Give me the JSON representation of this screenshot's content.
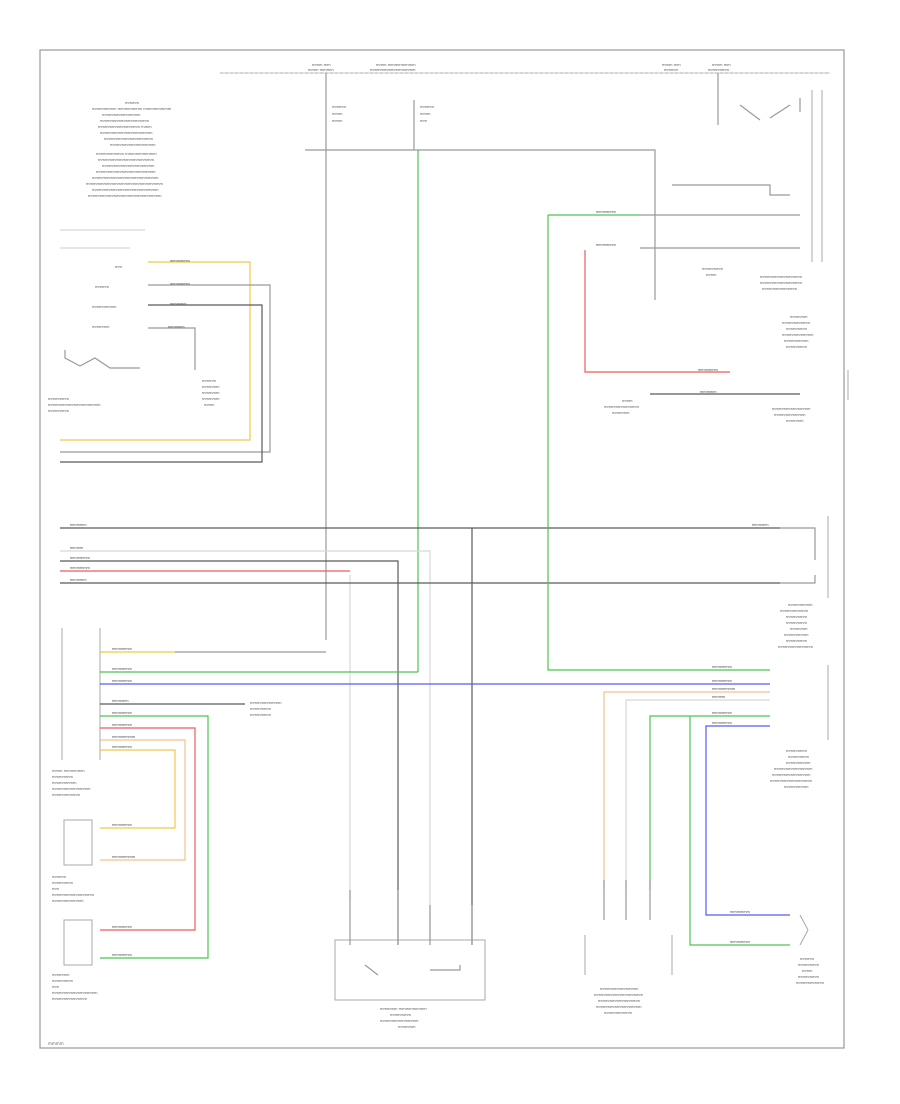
{
  "diagram": {
    "page_label": "mmmm",
    "components": {
      "top_left_note": [
        "mmmm",
        "mmmmmmm mmmmmmm mmmmmmmm",
        "mmmmmmmmmmm",
        "mmmmmmmmmmmmmm",
        "mmmmmmmmmmmm mmm",
        "mmmmmmmmmmmmmmm",
        "mmmmmmmmmmmmmm",
        "mmmmmmmmmmmmm",
        "mmmmmmmm mmmmmmmmm",
        "mmmmmmmmmmmmmmmm",
        "mmmmmmmmmmmmmmm",
        "mmmmmmmmmmmmmmmmm",
        "mmmmmmmmmmmmmmmmmmm",
        "mmmmmmmmmmmmmmmmmmmmmm",
        "mmmmmmmmmmmmmmmmmmm",
        "mmmmmmmmmmmmmmmmmmmmm"
      ],
      "left_switch": [
        "mmmmmm",
        "mmmmmmmmmmmmmmm",
        "mmmmmm"
      ],
      "left_pins": [
        "mm",
        "mmmm",
        "mmmmmmm",
        "mmmmm"
      ],
      "ground_label": [
        "mmmm",
        "mmmmm",
        "mmmmm",
        "mmmmm",
        "mmm"
      ],
      "mid_left_module": [
        "mmm mmmmmm",
        "mmmmmm",
        "mmmmmmm",
        "mmmmmmmmmmm",
        "mmmmmmmm"
      ],
      "left_sensor_1": [
        "mmmm",
        "mmmmmm",
        "mm",
        "mmmmmmmmmmmm",
        "mmmmmmmmm"
      ],
      "left_sensor_2": [
        "mmmmm",
        "mmmmmm",
        "mm",
        "mmmmmmmmmmmmm",
        "mmmmmmmmmm"
      ],
      "bottom_center_module": [
        "mmmmm mmmmmmmm",
        "mmmmmm",
        "mmmmmmmmmmm",
        "mmmmm"
      ],
      "bottom_right_module": [
        "mmmmmmmmmmm",
        "mmmmmmmmmmmmmm",
        "mmmmmmmmmmmm",
        "mmmmmmmmmmmmm",
        "mmmmmmmm"
      ],
      "right_top_module": [
        "mmmmmmmmmmmm",
        "mmmmmmmmmmmm",
        "mmmmmmmmmm"
      ],
      "right_second_module": [
        "mmmmm",
        "mmmmmmmm",
        "mmmmmm",
        "mmmmmmmmm",
        "mmmmmmm",
        "mmmmmm"
      ],
      "right_third_module": [
        "mmmmmmmmmmm",
        "mmmmmmmmm",
        "mmmmm"
      ],
      "right_fourth_module": [
        "mmmmmmm",
        "mmmmmmmm",
        "mmmmmm",
        "mmmmmm",
        "mmmmm",
        "mmmmmmm",
        "mmmmmm",
        "mmmmmmmmmm"
      ],
      "right_fifth_module": [
        "mmmmmm",
        "mmmmmm",
        "mmmmmmm",
        "mmmmmmmmmmm",
        "mmmmmmmmmmm",
        "mmmmmmmmmmmm",
        "mmmmmmm"
      ],
      "right_bottom_sensor": [
        "mmmm",
        "mmmmmm",
        "mmm",
        "mmmmmm",
        "mmmmmmmm"
      ],
      "fuse_left": [
        "mmmm",
        "mmm",
        "mmm"
      ],
      "fuse_right": [
        "mmmm",
        "mmm",
        "mm"
      ],
      "relay_mid": [
        "mmmmmm",
        "mmm"
      ],
      "mid_ground": [
        "mmm",
        "mmmmmmmmmm",
        "mmmmm"
      ],
      "mid_left_ground": [
        "mmmmmmmmm",
        "mmmmmm",
        "mmmmmm"
      ]
    },
    "top_labels": {
      "hot_left": [
        "mmm mm",
        "mmm mmmm"
      ],
      "hot_center": [
        "mmm mmmmmmmm",
        "mmmmmmmmmmmmm"
      ],
      "hot_right_1": [
        "mmm mm",
        "mmmm"
      ],
      "hot_right_2": [
        "mmm mm",
        "mmmmmm"
      ]
    },
    "wire_tags": {
      "yel": "mmmmmm",
      "blu": "mmmmmm",
      "blk": "mmmmm",
      "grn": "mmmmmm",
      "red": "mmmmmm",
      "brn": "mmmm",
      "wht": "mmmm",
      "vio": "mmmmmm",
      "org": "mmmmmmm",
      "pnk": "mmmm",
      "gry": "mmmm"
    }
  }
}
